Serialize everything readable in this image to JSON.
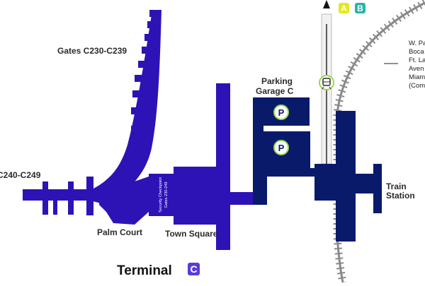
{
  "labels": {
    "gates_c230": "Gates C230-C239",
    "gates_c240": "C240-C249",
    "parking_line1": "Parking",
    "parking_line2": "Garage C",
    "palm_court": "Palm Court",
    "town_square": "Town Square",
    "train_line1": "Train",
    "train_line2": "Station",
    "security_line1": "Security Checkpoint",
    "security_line2": "Gates 230-249",
    "terminal_word": "Terminal",
    "terminal_letter": "C"
  },
  "parking_icon": "P",
  "route_badges": [
    "A",
    "B"
  ],
  "train_icon": "tram-icon",
  "destinations": [
    "W. Pa",
    "Boca",
    "Ft. La",
    "Aven",
    "Miam",
    "(Com"
  ],
  "colors": {
    "terminal": "#2d13b6",
    "parking": "#0a1a6b",
    "parking_icon_ring": "#9bd84f",
    "badge_a": "#e7e61a",
    "badge_b": "#24b5a8",
    "rail": "#8a8a8a",
    "terminal_badge": "#5b3bd6"
  }
}
